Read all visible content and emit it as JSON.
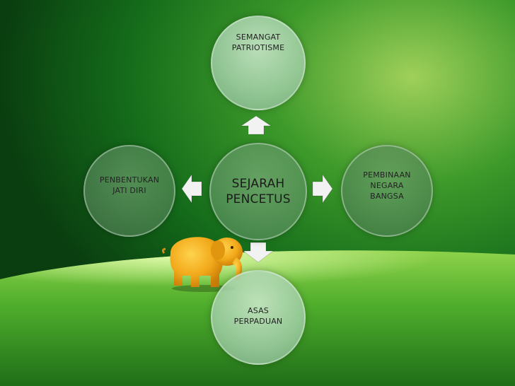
{
  "diagram": {
    "center": {
      "label": "SEJARAH\nPENCETUS"
    },
    "top": {
      "label": "SEMANGAT\nPATRIOTISME"
    },
    "left": {
      "label": "PENBENTUKAN\nJATI DIRI"
    },
    "right": {
      "label": "PEMBINAAN\nNEGARA\nBANGSA"
    },
    "bottom": {
      "label": "ASAS\nPERPADUAN"
    }
  },
  "colors": {
    "background_dark": "#0b3d0f",
    "background_light": "#8cc63f",
    "node_fill": "#a9d4ae",
    "arrow_fill": "#f2f2f2"
  },
  "decorations": {
    "mascot": "elephant-mascot"
  }
}
